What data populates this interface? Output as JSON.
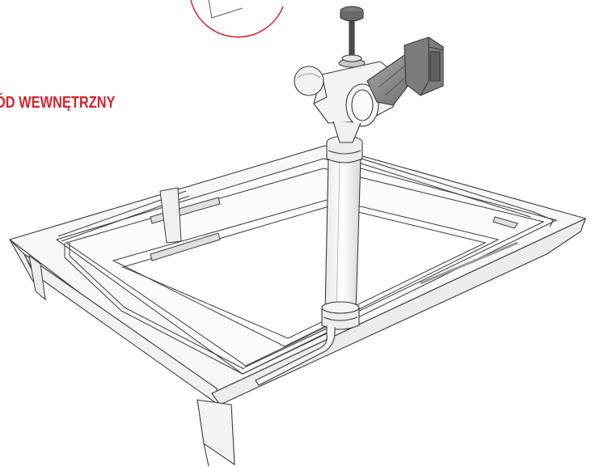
{
  "label": {
    "text": "ÓD WEWNĘTRZNY"
  },
  "colors": {
    "accent": "#d9232e",
    "outline": "#3a3a3a",
    "panel": "#f4f4f4",
    "dark": "#8c8c8c",
    "darker": "#6e6e6e"
  },
  "icons": {
    "frame": "rectangular-tray-frame",
    "tool": "suction-pump-tool",
    "callout": "red-callout-circle"
  }
}
